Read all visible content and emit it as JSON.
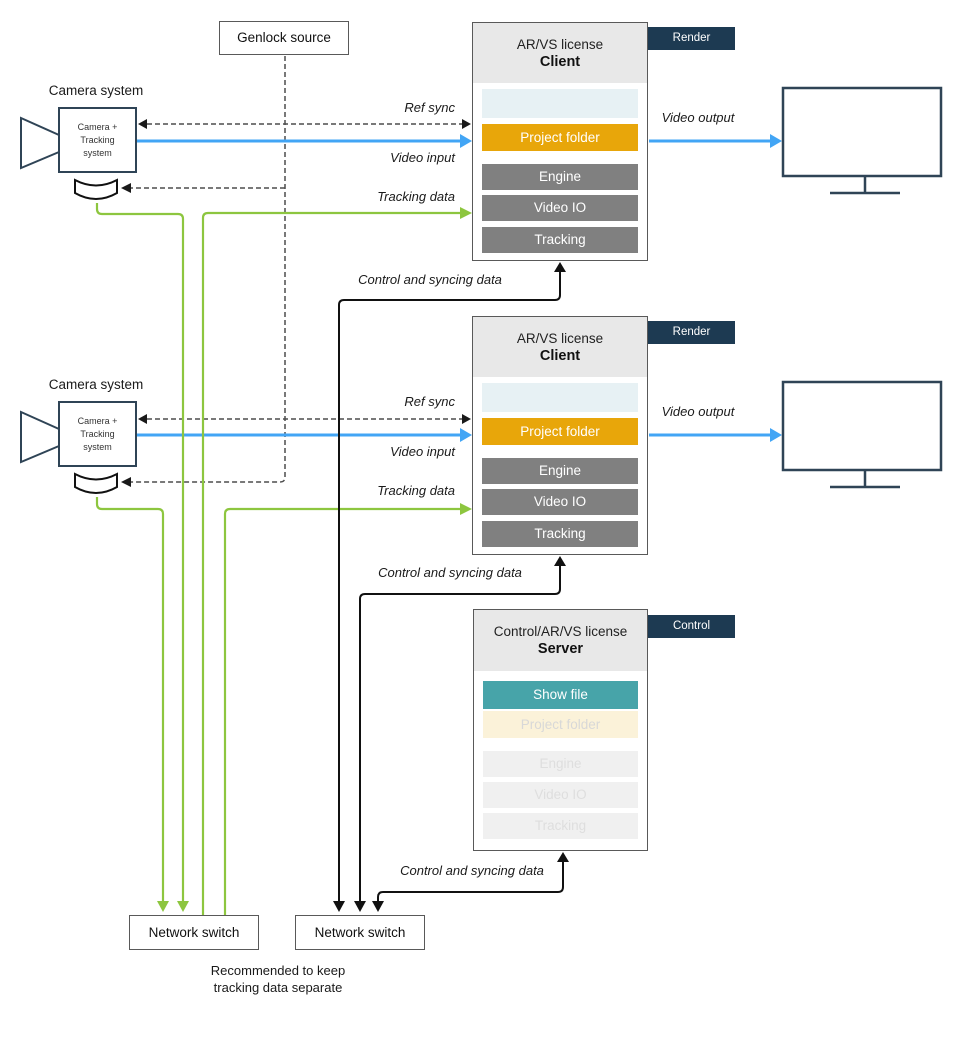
{
  "colors": {
    "line-blue": "#42a5f5",
    "line-green": "#8dc63f",
    "line-black": "#111111",
    "line-dash": "#4d4d4d",
    "tag-navy": "#1d3a52",
    "row-gray": "#808080",
    "row-orange": "#e8a60a",
    "row-teal": "#47a4a9",
    "row-pale": "#e7f1f4",
    "row-cream": "#fbf2d9",
    "row-faded": "#f0f0f0",
    "box-header": "#e8e8e8",
    "outline-slate": "#2f4456",
    "border-gray": "#595959"
  },
  "genlock": {
    "label": "Genlock source"
  },
  "cameras": [
    {
      "title": "Camera system",
      "device_lines": [
        "Camera +",
        "Tracking",
        "system"
      ]
    },
    {
      "title": "Camera system",
      "device_lines": [
        "Camera +",
        "Tracking",
        "system"
      ]
    }
  ],
  "clients": [
    {
      "license": "AR/VS license",
      "role": "Client",
      "tag": "Render",
      "rows": [
        {
          "label": ""
        },
        {
          "label": "Project folder"
        },
        {
          "label": "Engine"
        },
        {
          "label": "Video IO"
        },
        {
          "label": "Tracking"
        }
      ]
    },
    {
      "license": "AR/VS license",
      "role": "Client",
      "tag": "Render",
      "rows": [
        {
          "label": ""
        },
        {
          "label": "Project folder"
        },
        {
          "label": "Engine"
        },
        {
          "label": "Video IO"
        },
        {
          "label": "Tracking"
        }
      ]
    }
  ],
  "server": {
    "license": "Control/AR/VS license",
    "role": "Server",
    "tag": "Control",
    "rows": [
      {
        "label": "Show file"
      },
      {
        "label": "Project folder"
      },
      {
        "label": "Engine"
      },
      {
        "label": "Video IO"
      },
      {
        "label": "Tracking"
      }
    ]
  },
  "flow_labels": {
    "ref_sync": "Ref sync",
    "video_input": "Video input",
    "tracking_data": "Tracking data",
    "video_output": "Video output",
    "control_sync": "Control and syncing data"
  },
  "switches": [
    {
      "label": "Network switch"
    },
    {
      "label": "Network switch"
    }
  ],
  "caption": {
    "line1": "Recommended to keep",
    "line2": "tracking data separate"
  }
}
